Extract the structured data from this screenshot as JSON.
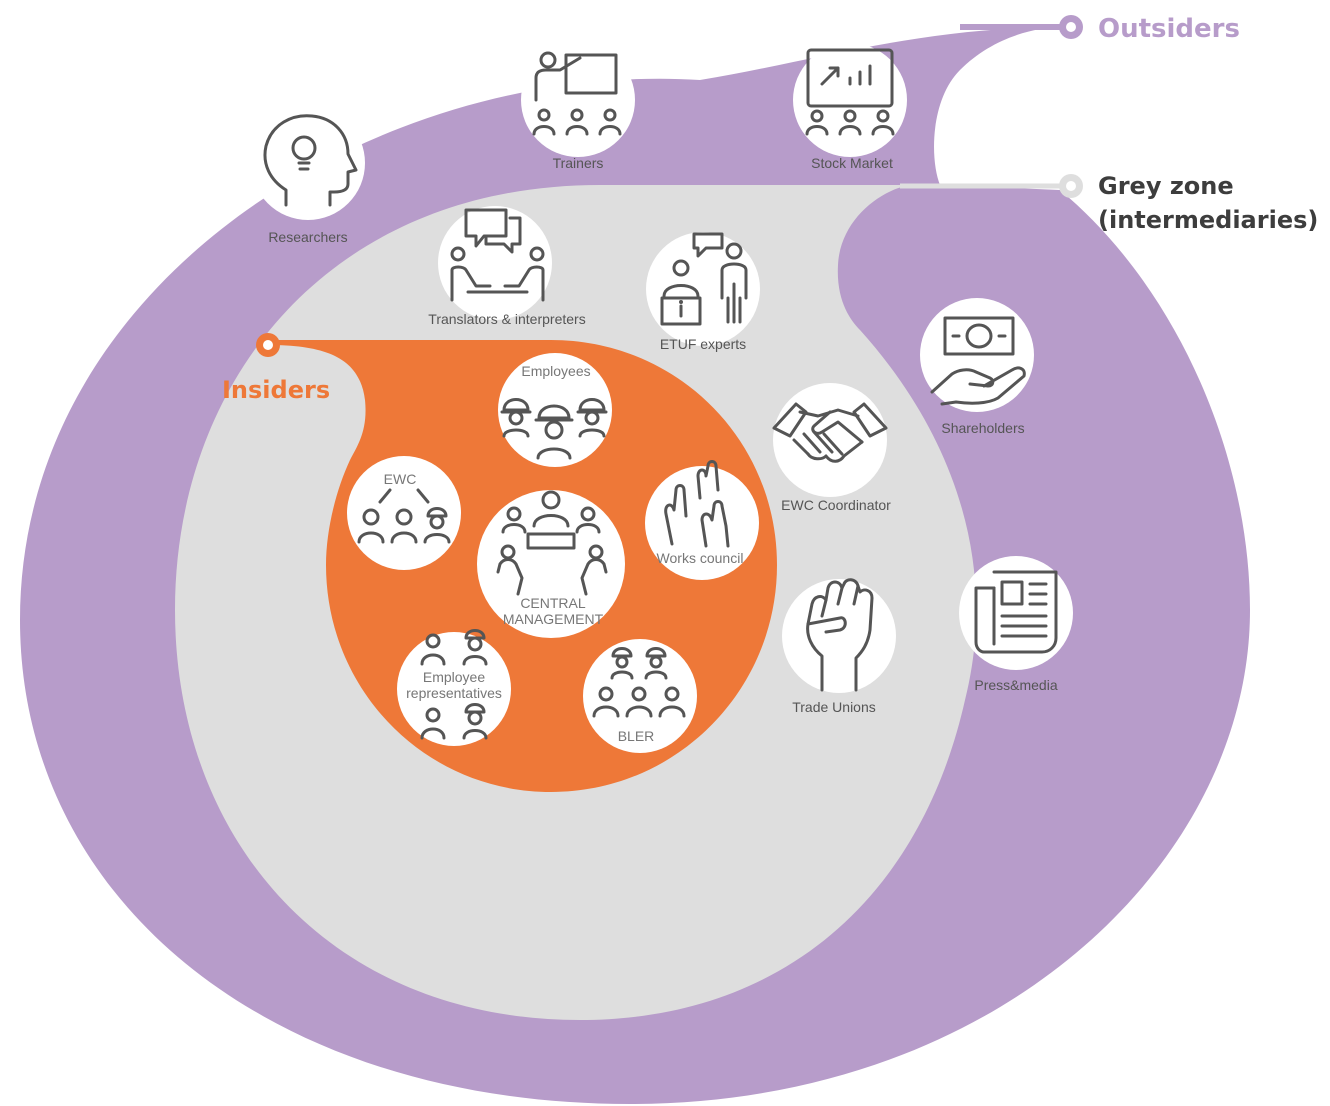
{
  "zones": {
    "outsiders": {
      "title": "Outsiders",
      "color": "#b79cca"
    },
    "grey_zone": {
      "title_line1": "Grey zone",
      "title_line2": "(intermediaries)",
      "color": "#dedede",
      "title_color": "#3d3d3d"
    },
    "insiders": {
      "title": "Insiders",
      "color": "#ee7838"
    }
  },
  "outsiders_items": {
    "researchers": {
      "label": "Researchers",
      "icon": "head-lightbulb-icon"
    },
    "trainers": {
      "label": "Trainers",
      "icon": "presentation-icon"
    },
    "stock_market": {
      "label": "Stock Market",
      "icon": "stock-chart-icon"
    },
    "shareholders": {
      "label": "Shareholders",
      "icon": "money-hand-icon"
    },
    "press_media": {
      "label": "Press&media",
      "icon": "newspaper-icon"
    }
  },
  "grey_items": {
    "translators": {
      "label": "Translators & interpreters",
      "icon": "speech-bubbles-icon"
    },
    "etuf_experts": {
      "label": "ETUF experts",
      "icon": "info-desk-icon"
    },
    "ewc_coordinator": {
      "label": "EWC Coordinator",
      "icon": "handshake-icon"
    },
    "trade_unions": {
      "label": "Trade Unions",
      "icon": "raised-fist-icon"
    }
  },
  "insider_items": {
    "employees": {
      "label": "Employees",
      "icon": "workers-icon"
    },
    "ewc": {
      "label": "EWC",
      "icon": "people-network-icon"
    },
    "works_council": {
      "label": "Works council",
      "icon": "raised-hands-icon"
    },
    "central_management": {
      "label_line1": "CENTRAL",
      "label_line2": "MANAGEMENT",
      "icon": "meeting-table-icon"
    },
    "employee_representatives": {
      "label_line1": "Employee",
      "label_line2": "representatives",
      "icon": "people-grid-icon"
    },
    "bler": {
      "label": "BLER",
      "icon": "people-pyramid-icon"
    }
  }
}
